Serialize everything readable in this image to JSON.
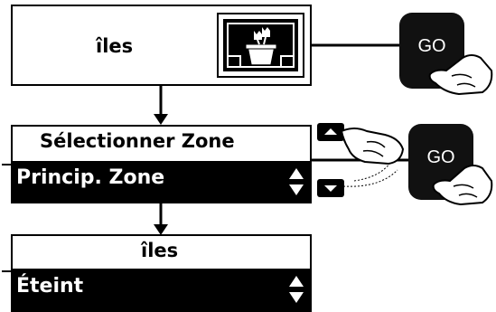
{
  "screen1": {
    "label": "îles",
    "icon": "flower-pot-icon"
  },
  "screen2": {
    "title": "Sélectionner Zone",
    "value": "Princip. Zone"
  },
  "screen3": {
    "title": "îles",
    "value": "Éteint"
  },
  "go_buttons": [
    {
      "label": "GO"
    },
    {
      "label": "GO"
    }
  ],
  "colors": {
    "foreground": "#000000",
    "background": "#ffffff",
    "button": "#111111"
  }
}
